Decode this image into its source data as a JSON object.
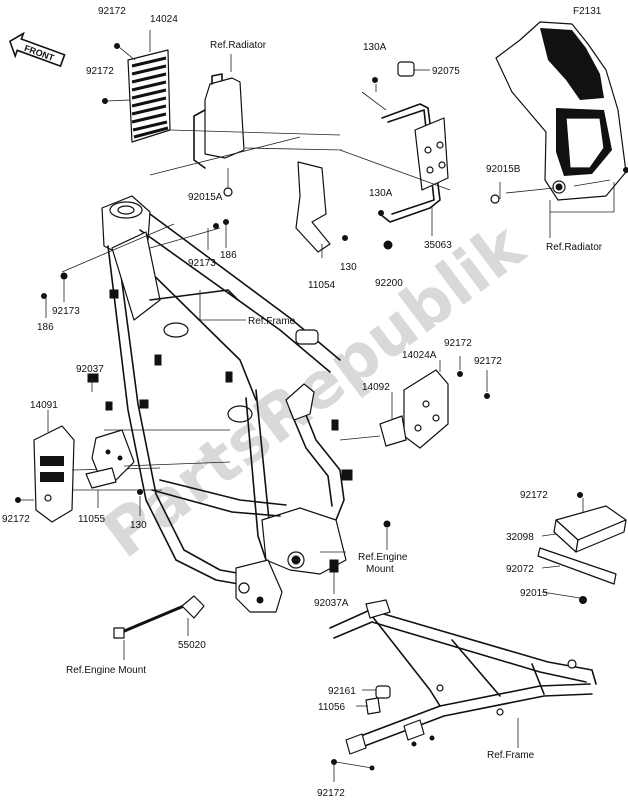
{
  "figure_code": "F2131",
  "watermark": "PartsRepublik",
  "front_badge": "FRONT",
  "part_labels": {
    "p92172_a": "92172",
    "p14024": "14024",
    "ref_radiator_top": "Ref.Radiator",
    "p92172_b": "92172",
    "p130A_top": "130A",
    "p92075": "92075",
    "p92015A": "92015A",
    "p92015B": "92015B",
    "p130A_mid": "130A",
    "p35063": "35063",
    "ref_radiator_right": "Ref.Radiator",
    "p92173_a": "92173",
    "p186_a": "186",
    "p11054": "11054",
    "p130_a": "130",
    "p92200": "92200",
    "p186_b": "186",
    "p92173_b": "92173",
    "ref_frame_top": "Ref.Frame",
    "p92172_c": "92172",
    "p14024A": "14024A",
    "p92172_d": "92172",
    "p14092": "14092",
    "p92037": "92037",
    "p14091": "14091",
    "p92172_e": "92172",
    "p11055": "11055",
    "p130_b": "130",
    "ref_engine_mount_right_1": "Ref.Engine",
    "ref_engine_mount_right_2": "Mount",
    "p92037A": "92037A",
    "p55020": "55020",
    "ref_engine_mount_left": "Ref.Engine Mount",
    "p92172_f": "92172",
    "p32098": "32098",
    "p92072": "92072",
    "p92015": "92015",
    "p92161": "92161",
    "p11056": "11056",
    "ref_frame_bottom": "Ref.Frame",
    "p92172_g": "92172"
  }
}
